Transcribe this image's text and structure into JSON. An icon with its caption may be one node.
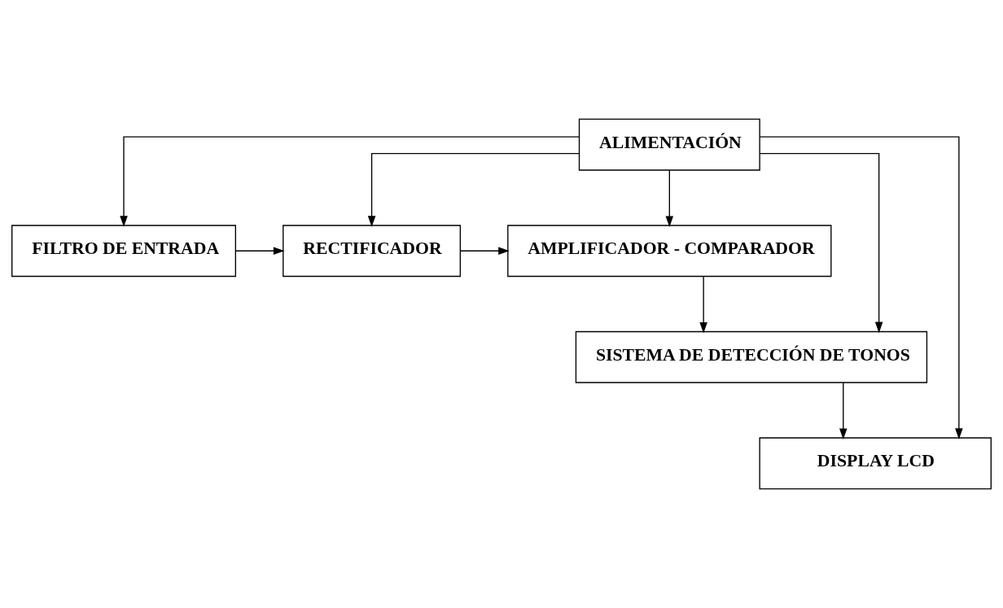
{
  "diagram": {
    "nodes": [
      {
        "text": [
          "ALIMENTACIÓN"
        ]
      },
      {
        "text": [
          "FILTRO DE ENTRADA"
        ]
      },
      {
        "text": [
          "RECTIFICADOR"
        ]
      },
      {
        "text": [
          "AMPLIFICADOR - COMPARADOR"
        ]
      },
      {
        "text": [
          "SISTEMA DE DETECCIÓN DE TONOS"
        ]
      },
      {
        "text": [
          "DISPLAY LCD"
        ]
      }
    ],
    "edges": [
      {
        "from": 0,
        "to": 1,
        "arrow": "to"
      },
      {
        "from": 0,
        "to": 2,
        "arrow": "to"
      },
      {
        "from": 0,
        "to": 3,
        "arrow": "to"
      },
      {
        "from": 1,
        "to": 2,
        "arrow": "to"
      },
      {
        "from": 2,
        "to": 3,
        "arrow": "to"
      },
      {
        "from": 3,
        "to": 4,
        "arrow": "to"
      },
      {
        "from": 0,
        "to": 4,
        "arrow": "to"
      },
      {
        "from": 0,
        "to": 5,
        "arrow": "to"
      },
      {
        "from": 4,
        "to": 5,
        "arrow": "to"
      }
    ]
  }
}
